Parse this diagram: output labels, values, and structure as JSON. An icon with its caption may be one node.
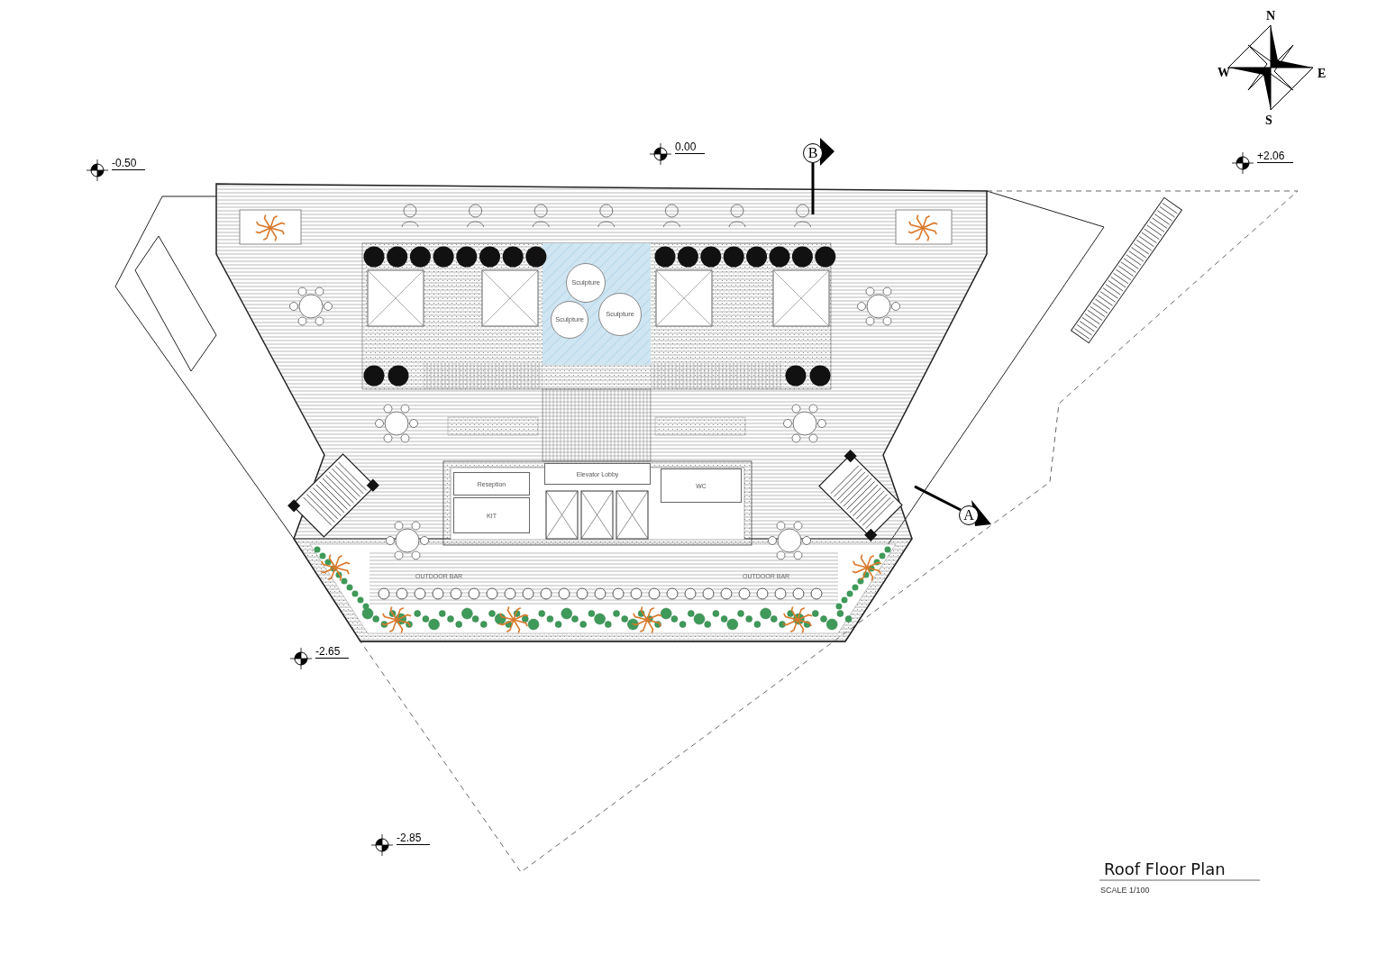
{
  "diagram": {
    "title": "Roof Floor Plan",
    "caption": "SCALE 1/100",
    "nodes": [
      {
        "text": [
          "B"
        ]
      },
      {
        "text": [
          "A"
        ]
      },
      {
        "text": [
          "Sculpture"
        ]
      },
      {
        "text": [
          "Sculpture"
        ]
      },
      {
        "text": [
          "Sculpture"
        ]
      },
      {
        "text": [
          "Reseption"
        ]
      },
      {
        "text": [
          "KIT"
        ]
      },
      {
        "text": [
          "Elevator Lobby"
        ]
      },
      {
        "text": [
          "WC"
        ]
      }
    ],
    "labels": [
      "N",
      "W",
      "E",
      "S",
      "0.00",
      "+2.06",
      "-0.50",
      "OUTDOOR BAR",
      "OUTDOOR BAR",
      "-2.65",
      "-2.85"
    ]
  }
}
